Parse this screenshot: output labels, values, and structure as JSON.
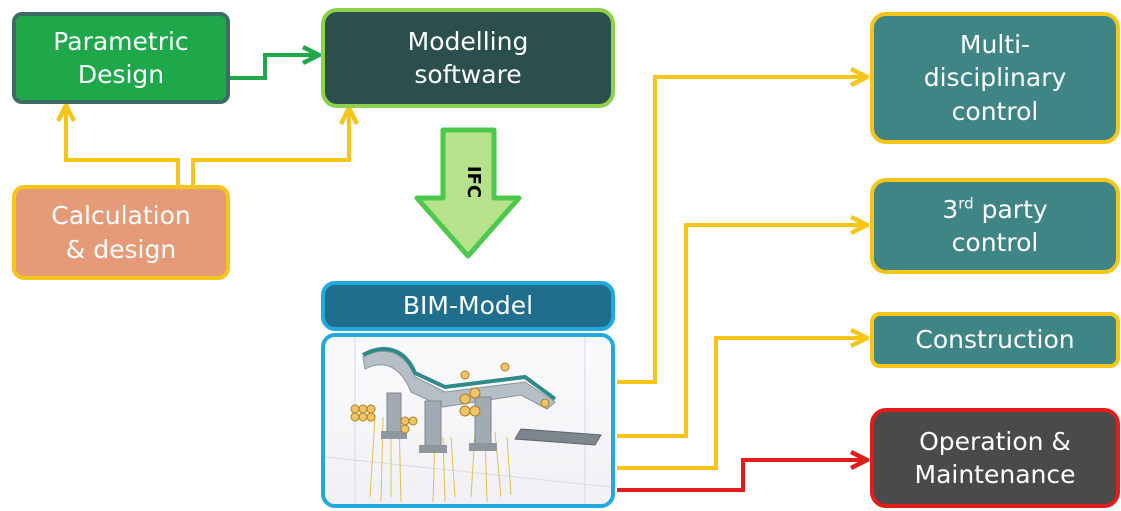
{
  "nodes": {
    "parametric_design": {
      "lines": [
        "Parametric",
        "Design"
      ],
      "fill": "#1fa84a",
      "border": "#3d6b66"
    },
    "modelling_software": {
      "lines": [
        "Modelling",
        "software"
      ],
      "fill": "#2a4f4c",
      "border": "#8cd14a"
    },
    "calculation_design": {
      "lines": [
        "Calculation",
        "& design"
      ],
      "fill": "#e59b78",
      "border": "#f5c518"
    },
    "bim_model": {
      "label": "BIM-Model",
      "fill": "#1f6e8c",
      "border": "#22a9e0"
    },
    "multidisciplinary_control": {
      "lines": [
        "Multi-",
        "disciplinary",
        "control"
      ],
      "fill": "#3f8586",
      "border": "#f5c518"
    },
    "third_party_control": {
      "line1_main": "3",
      "line1_sup": "rd",
      "line1_rest": " party",
      "line2": "control",
      "fill": "#3f8586",
      "border": "#f5c518"
    },
    "construction": {
      "label": "Construction",
      "fill": "#3f8586",
      "border": "#f5c518"
    },
    "operation_maintenance": {
      "lines": [
        "Operation &",
        "Maintenance"
      ],
      "fill": "#4a4a4a",
      "border": "#e21b1b"
    }
  },
  "ifc_arrow": {
    "label": "IFC",
    "fill": "#b7e28c",
    "border": "#4cc94c"
  },
  "connectors": {
    "green": "#1fa84a",
    "yellow": "#f5c518",
    "red": "#e21b1b"
  }
}
